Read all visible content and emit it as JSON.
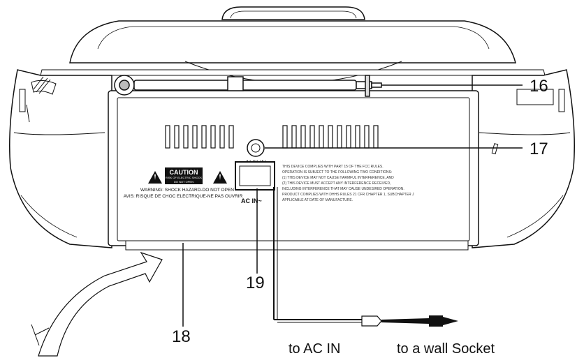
{
  "callouts": {
    "c16": "16",
    "c17": "17",
    "c18": "18",
    "c19": "19"
  },
  "panel": {
    "aux_label": "AUX IN",
    "ac_label": "AC IN~",
    "caution_title": "CAUTION",
    "caution_sub1": "RISK OF ELECTRIC SHOCK",
    "caution_sub2": "DO NOT OPEN",
    "warning_en": "WARNING: SHOCK HAZARD-DO NOT OPEN",
    "warning_fr": "AVIS: RISQUE DE CHOC ELECTRIQUE-NE PAS OUVRIR",
    "fcc_lines": [
      "THIS DEVICE COMPLIES WITH PART 15 OF THE FCC RULES.",
      "OPERATION IS SUBJECT TO THE FOLLOWING TWO CONDITIONS:",
      "(1) THIS DEVICE MAY NOT CAUSE HARMFUL INTERFERENCE, AND",
      "(2) THIS DEVICE MUST ACCEPT ANY INTERFERENCE RECEIVED,",
      "INCLUDING INTERFERENCE THAT MAY CAUSE UNDESIRED OPERATION.",
      "PRODUCT COMPLIES WITH DHHS RULES 21 CFR CHAPTER 1, SUBCHAPTER J",
      "APPLICABLE AT DATE OF MANUFACTURE."
    ]
  },
  "captions": {
    "to_ac_in": "to AC IN",
    "to_wall": "to a wall Socket"
  }
}
